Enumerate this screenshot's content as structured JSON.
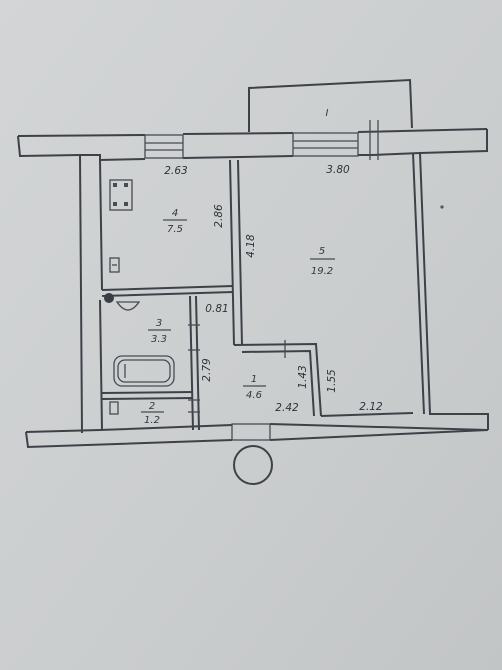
{
  "rooms": [
    {
      "number": "1",
      "area": "4.6"
    },
    {
      "number": "2",
      "area": "1.2"
    },
    {
      "number": "3",
      "area": "3.3"
    },
    {
      "number": "4",
      "area": "7.5"
    },
    {
      "number": "5",
      "area": "19.2"
    },
    {
      "number": "I"
    }
  ],
  "dimensions": {
    "kitchen_width": "2.63",
    "kitchen_depth": "2.86",
    "room_width": "3.80",
    "room_depth": "4.18",
    "bath_gap": "0.81",
    "bath_depth": "2.79",
    "hall_width": "2.42",
    "hall_side": "1.43",
    "room_notch": "1.55",
    "room_bottom": "2.12"
  },
  "colors": {
    "paper": "#c9cccd",
    "ink": "#3d4249"
  }
}
